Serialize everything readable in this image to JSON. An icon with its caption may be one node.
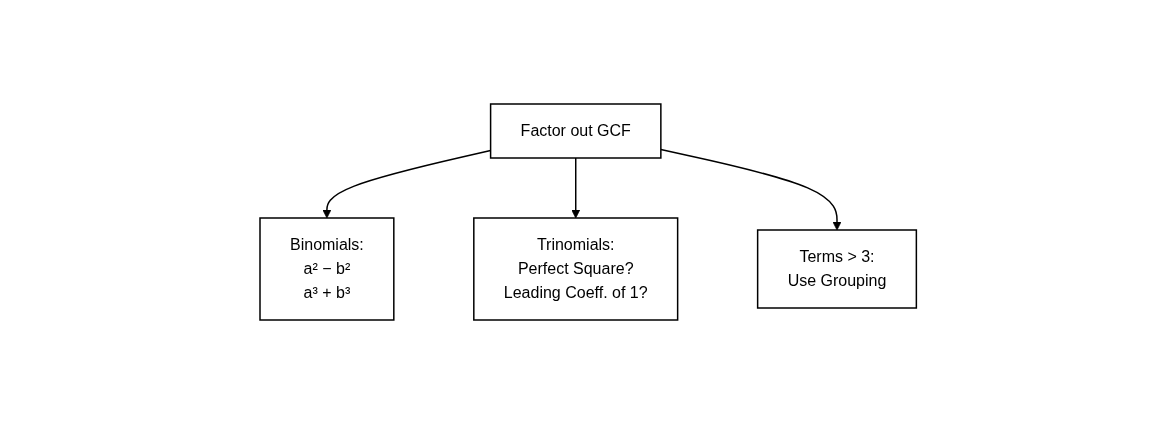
{
  "diagram": {
    "nodes": [
      {
        "text": [
          "Factor out GCF"
        ]
      },
      {
        "text": [
          "Binomials:",
          "a² − b²",
          "a³ + b³"
        ]
      },
      {
        "text": [
          "Trinomials:",
          "Perfect Square?",
          "Leading Coeff. of 1?"
        ]
      },
      {
        "text": [
          "Terms > 3:",
          "Use Grouping"
        ]
      }
    ],
    "edges": [
      {
        "from": 0,
        "to": 1,
        "arrow": "to"
      },
      {
        "from": 0,
        "to": 2,
        "arrow": "to"
      },
      {
        "from": 0,
        "to": 3,
        "arrow": "to"
      }
    ]
  }
}
